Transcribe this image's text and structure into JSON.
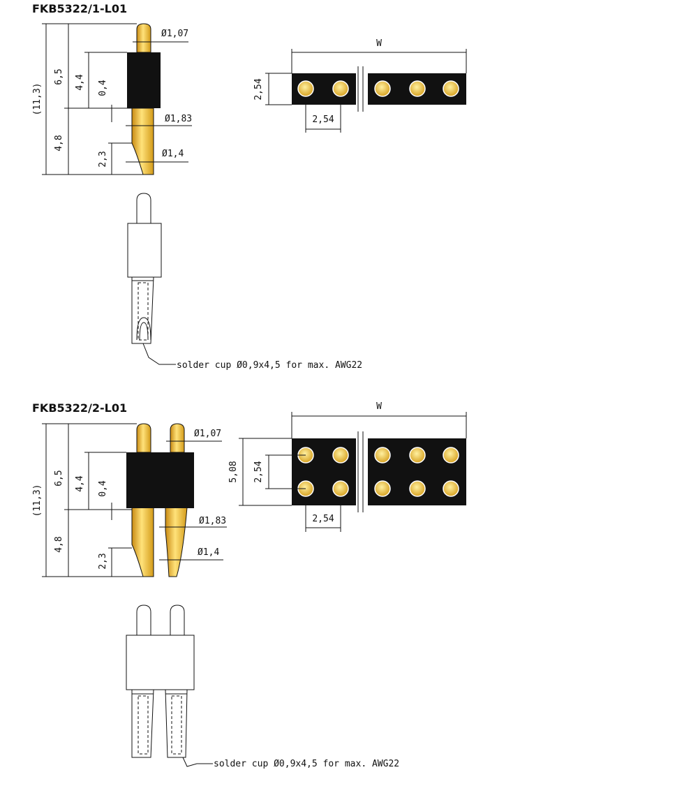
{
  "variant1": {
    "title": "FKB5322/1-L01",
    "dims": {
      "overall": "(11,3)",
      "upper": "6,5",
      "lower": "4,8",
      "body_height": "4,4",
      "offset": "0,4",
      "cup_length": "2,3",
      "tip_diameter": "Ø1,07",
      "pin_diameter": "Ø1,83",
      "cup_diameter": "Ø1,4",
      "width": "W",
      "row_pitch": "2,54",
      "col_pitch": "2,54"
    },
    "note": "solder cup Ø0,9x4,5 for max. AWG22"
  },
  "variant2": {
    "title": "FKB5322/2-L01",
    "dims": {
      "overall": "(11,3)",
      "upper": "6,5",
      "lower": "4,8",
      "body_height": "4,4",
      "offset": "0,4",
      "cup_length": "2,3",
      "tip_diameter": "Ø1,07",
      "pin_diameter": "Ø1,83",
      "cup_diameter": "Ø1,4",
      "width": "W",
      "total_height": "5,08",
      "row_pitch": "2,54",
      "col_pitch": "2,54"
    },
    "note": "solder cup Ø0,9x4,5 for max. AWG22"
  }
}
